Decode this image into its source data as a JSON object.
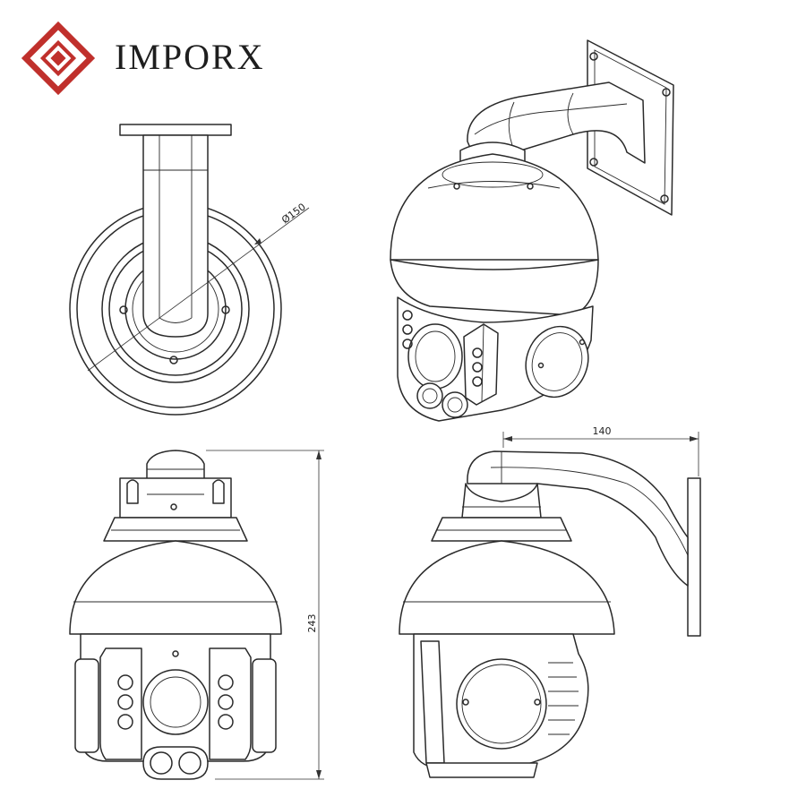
{
  "brand": {
    "name": "IMPORX",
    "logo_icon": "red-diamond-logo-icon",
    "logo_color": "#c0302c"
  },
  "dimensions": {
    "diameter": "Ø150",
    "height": "243",
    "arm_length": "140"
  },
  "views": [
    "top-view",
    "isometric-view",
    "front-view",
    "side-view"
  ]
}
